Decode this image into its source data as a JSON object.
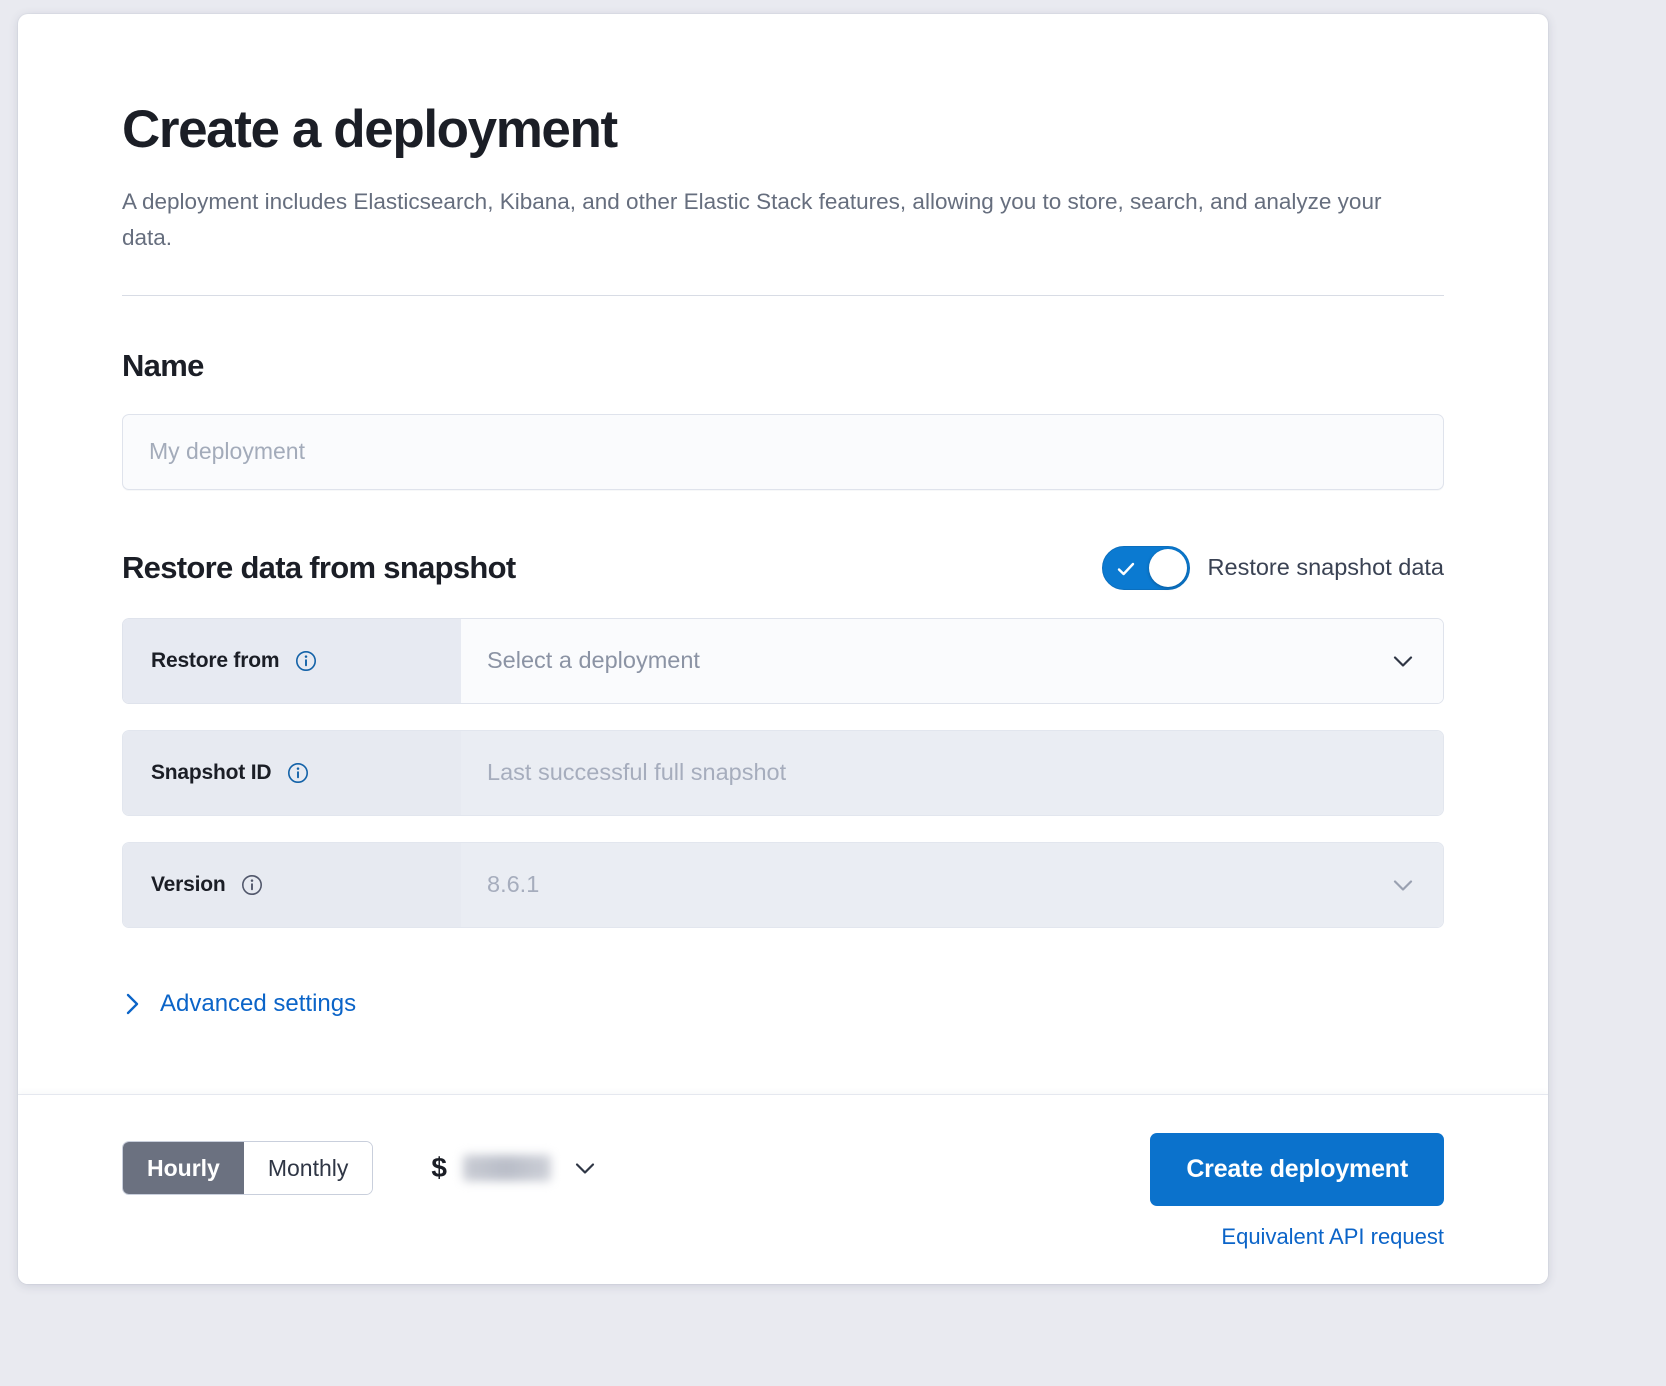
{
  "header": {
    "title": "Create a deployment",
    "description": "A deployment includes Elasticsearch, Kibana, and other Elastic Stack features, allowing you to store, search, and analyze your data."
  },
  "name_section": {
    "title": "Name",
    "input_placeholder": "My deployment",
    "input_value": ""
  },
  "restore_section": {
    "title": "Restore data from snapshot",
    "toggle_label": "Restore snapshot data",
    "toggle_on": true,
    "toggle_on_color": "#0b7ad1",
    "rows": [
      {
        "label": "Restore from",
        "value": "Select a deployment",
        "info_icon": "info-circle-icon",
        "control": "dropdown",
        "disabled": false
      },
      {
        "label": "Snapshot ID",
        "value": "Last successful full snapshot",
        "info_icon": "info-circle-icon",
        "control": "text",
        "disabled": true
      },
      {
        "label": "Version",
        "value": "8.6.1",
        "info_icon": "info-circle-icon",
        "control": "dropdown",
        "disabled": true
      }
    ],
    "advanced_label": "Advanced settings",
    "advanced_icon": "chevron-right-icon"
  },
  "footer": {
    "billing_options": [
      {
        "label": "Hourly",
        "selected": true
      },
      {
        "label": "Monthly",
        "selected": false
      }
    ],
    "price_currency": "$",
    "price_value": "",
    "price_chevron_icon": "chevron-down-icon",
    "create_button": "Create deployment",
    "api_link": "Equivalent API request",
    "accent_color": "#0b72cc",
    "link_color": "#0b64c8"
  }
}
